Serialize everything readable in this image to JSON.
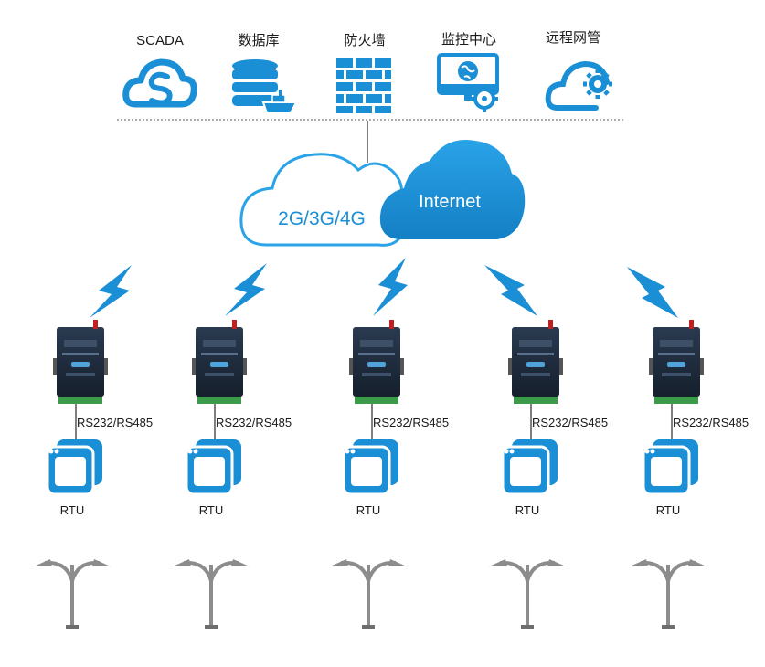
{
  "top_services": [
    {
      "label": "SCADA",
      "icon": "cloud-s-icon"
    },
    {
      "label": "数据库",
      "icon": "database-icon"
    },
    {
      "label": "防火墙",
      "icon": "firewall-icon"
    },
    {
      "label": "监控中心",
      "icon": "monitor-globe-icon"
    },
    {
      "label": "远程网管",
      "icon": "cloud-gear-icon"
    }
  ],
  "network": {
    "cellular_label": "2G/3G/4G",
    "internet_label": "Internet"
  },
  "nodes": [
    {
      "interface_label": "RS232/RS485",
      "rtu_label": "RTU"
    },
    {
      "interface_label": "RS232/RS485",
      "rtu_label": "RTU"
    },
    {
      "interface_label": "RS232/RS485",
      "rtu_label": "RTU"
    },
    {
      "interface_label": "RS232/RS485",
      "rtu_label": "RTU"
    },
    {
      "interface_label": "RS232/RS485",
      "rtu_label": "RTU"
    }
  ],
  "colors": {
    "primary_blue": "#1b8fd6",
    "light_blue": "#2aa3e8",
    "device_dark": "#1d2a3a",
    "lamp_gray": "#8c8c8c"
  }
}
